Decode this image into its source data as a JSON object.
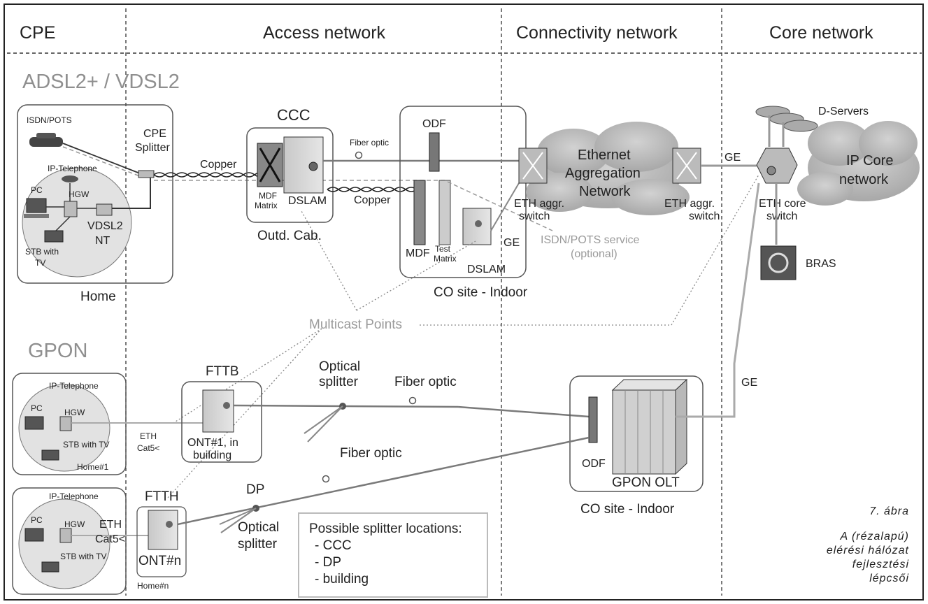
{
  "zones": {
    "cpe": "CPE",
    "access": "Access network",
    "connectivity": "Connectivity network",
    "core": "Core network"
  },
  "tech": {
    "adsl": "ADSL2+ / VDSL2",
    "gpon": "GPON"
  },
  "adsl_home": {
    "isdn": "ISDN/POTS",
    "cpe_splitter_1": "CPE",
    "cpe_splitter_2": "Splitter",
    "ip_telephone": "IP-Telephone",
    "pc": "PC",
    "hgw": "HGW",
    "vdsl2": "VDSL2",
    "nt": "NT",
    "stb_1": "STB with",
    "stb_2": "TV",
    "home": "Home"
  },
  "links": {
    "copper_1": "Copper",
    "copper_2": "Copper",
    "fiber_optic_small": "Fiber optic",
    "ge_1": "GE",
    "ge_2": "GE",
    "ge_3": "GE"
  },
  "ccc": {
    "title": "CCC",
    "mdf": "MDF",
    "matrix": "Matrix",
    "dslam": "DSLAM",
    "outd": "Outd. Cab."
  },
  "co_site": {
    "odf": "ODF",
    "mdf": "MDF",
    "test": "Test",
    "matrix": "Matrix",
    "dslam": "DSLAM",
    "label": "CO site - Indoor"
  },
  "ethernet": {
    "cloud_1": "Ethernet",
    "cloud_2": "Aggregation",
    "cloud_3": "Network",
    "sw1_1": "ETH aggr.",
    "sw1_2": "switch",
    "sw2_1": "ETH aggr.",
    "sw2_2": "switch"
  },
  "isdn_service": {
    "line1": "ISDN/POTS service",
    "line2": "(optional)"
  },
  "multicast": "Multicast Points",
  "core": {
    "dservers": "D-Servers",
    "ip_1": "IP Core",
    "ip_2": "network",
    "eth_core_1": "ETH core",
    "eth_core_2": "switch",
    "bras": "BRAS"
  },
  "gpon_home1": {
    "ip_telephone": "IP-Telephone",
    "pc": "PC",
    "hgw": "HGW",
    "stb": "STB with TV",
    "home": "Home#1",
    "eth": "ETH",
    "cat": "Cat5<"
  },
  "fttb": {
    "title": "FTTB",
    "ont_1": "ONT#1, in",
    "ont_2": "building"
  },
  "optical_splitter_1": {
    "l1": "Optical",
    "l2": "splitter"
  },
  "fiber_optic_1": "Fiber optic",
  "fiber_optic_2": "Fiber optic",
  "gpon_olt": {
    "odf": "ODF",
    "olt": "GPON OLT",
    "co": "CO site - Indoor"
  },
  "gpon_home_n": {
    "ip_telephone": "IP-Telephone",
    "pc": "PC",
    "hgw": "HGW",
    "stb": "STB with TV",
    "home": "Home#n",
    "eth": "ETH",
    "cat": "Cat5<"
  },
  "ftth": {
    "title": "FTTH",
    "ont": "ONT#n"
  },
  "dp": {
    "title": "DP",
    "l1": "Optical",
    "l2": "splitter"
  },
  "splitter_box": {
    "title": "Possible splitter locations:",
    "l1": "- CCC",
    "l2": "- DP",
    "l3": "- building"
  },
  "caption": {
    "l1": "7. ábra",
    "l2": "A (rézalapú)",
    "l3": "elérési hálózat",
    "l4": "fejlesztési",
    "l5": "lépcsői"
  }
}
